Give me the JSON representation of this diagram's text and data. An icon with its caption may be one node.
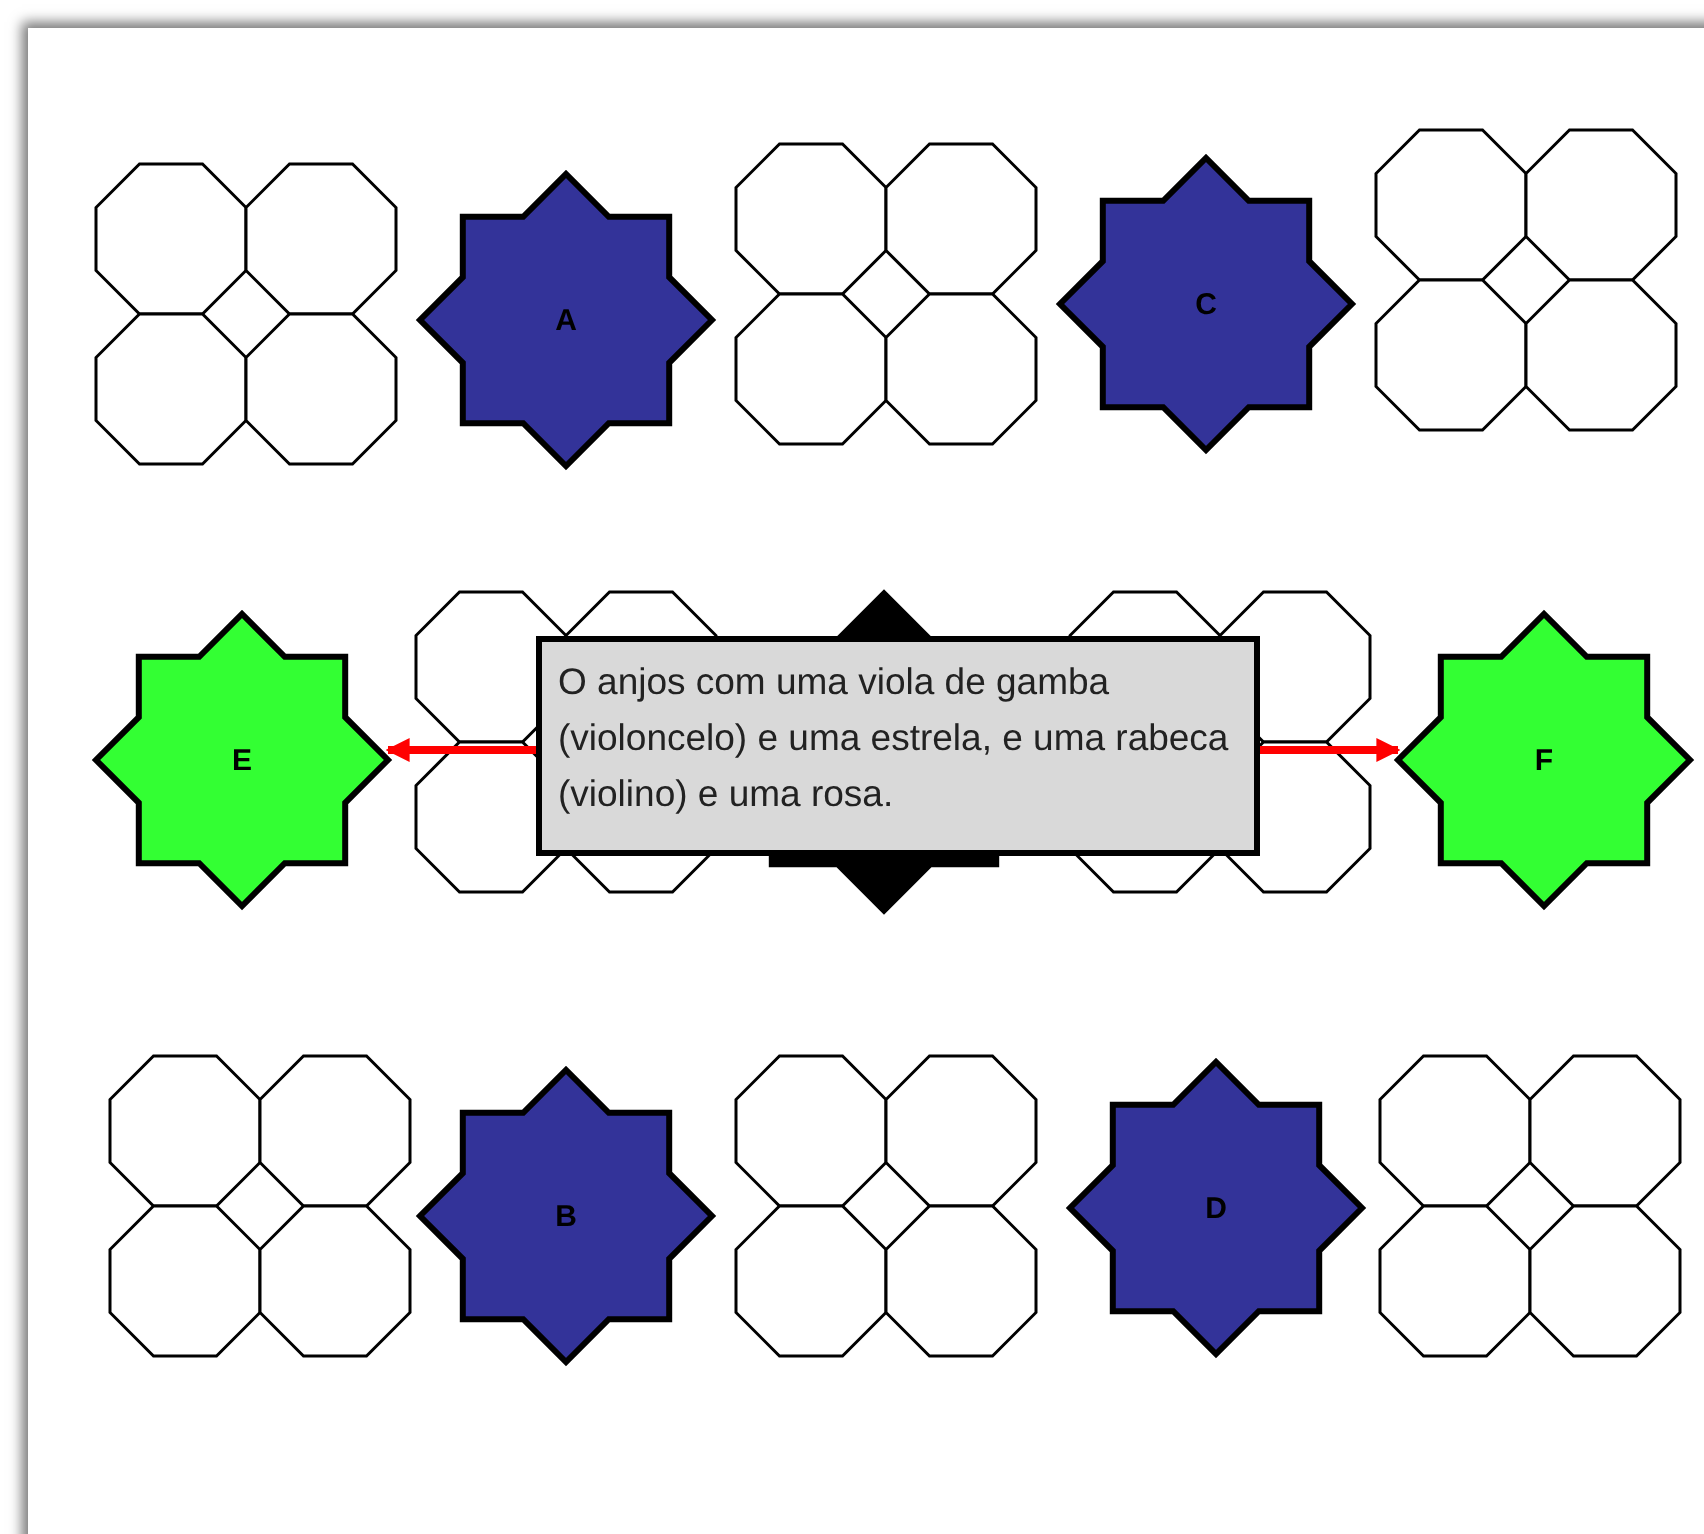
{
  "diagram": {
    "nodes": [
      {
        "text": [
          "A"
        ]
      },
      {
        "text": [
          "C"
        ]
      },
      {
        "text": [
          "E"
        ]
      },
      {
        "text": [
          "O anjos com uma viola de gamba (violoncelo) e uma estrela, e uma rabeca (violino) e uma rosa."
        ]
      },
      {
        "text": [
          "F"
        ]
      },
      {
        "text": [
          "B"
        ]
      },
      {
        "text": [
          "D"
        ]
      }
    ],
    "edges": [
      {
        "from": 3,
        "to": 2,
        "arrow": "to",
        "color": "#ff0000"
      },
      {
        "from": 3,
        "to": 4,
        "arrow": "to",
        "color": "#ff0000"
      }
    ]
  }
}
